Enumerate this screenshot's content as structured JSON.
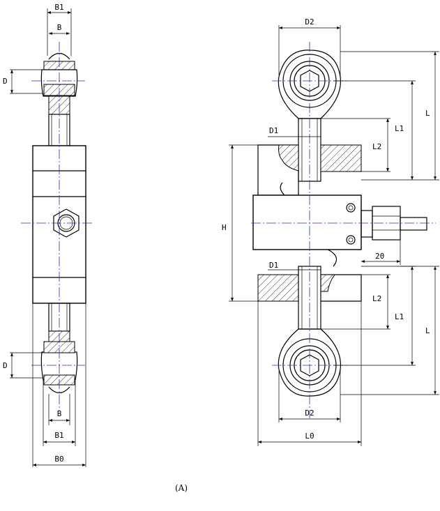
{
  "left_view": {
    "top_width_outer": "B1",
    "top_width_inner": "B",
    "top_ball_dia": "D",
    "bottom_ball_dia": "D",
    "bottom_width_inner": "B",
    "bottom_width_outer": "B1",
    "base_width": "B0"
  },
  "right_view": {
    "top_eye_dia": "D2",
    "top_rod_dia": "D1",
    "top_overall_len": "L",
    "top_rod_len": "L1",
    "top_thread_len": "L2",
    "height": "H",
    "connector_len": "20",
    "bottom_rod_dia": "D1",
    "bottom_thread_len": "L2",
    "bottom_rod_len": "L1",
    "bottom_overall_len": "L",
    "bottom_eye_dia": "D2",
    "body_length": "L0"
  },
  "caption": "(A)"
}
